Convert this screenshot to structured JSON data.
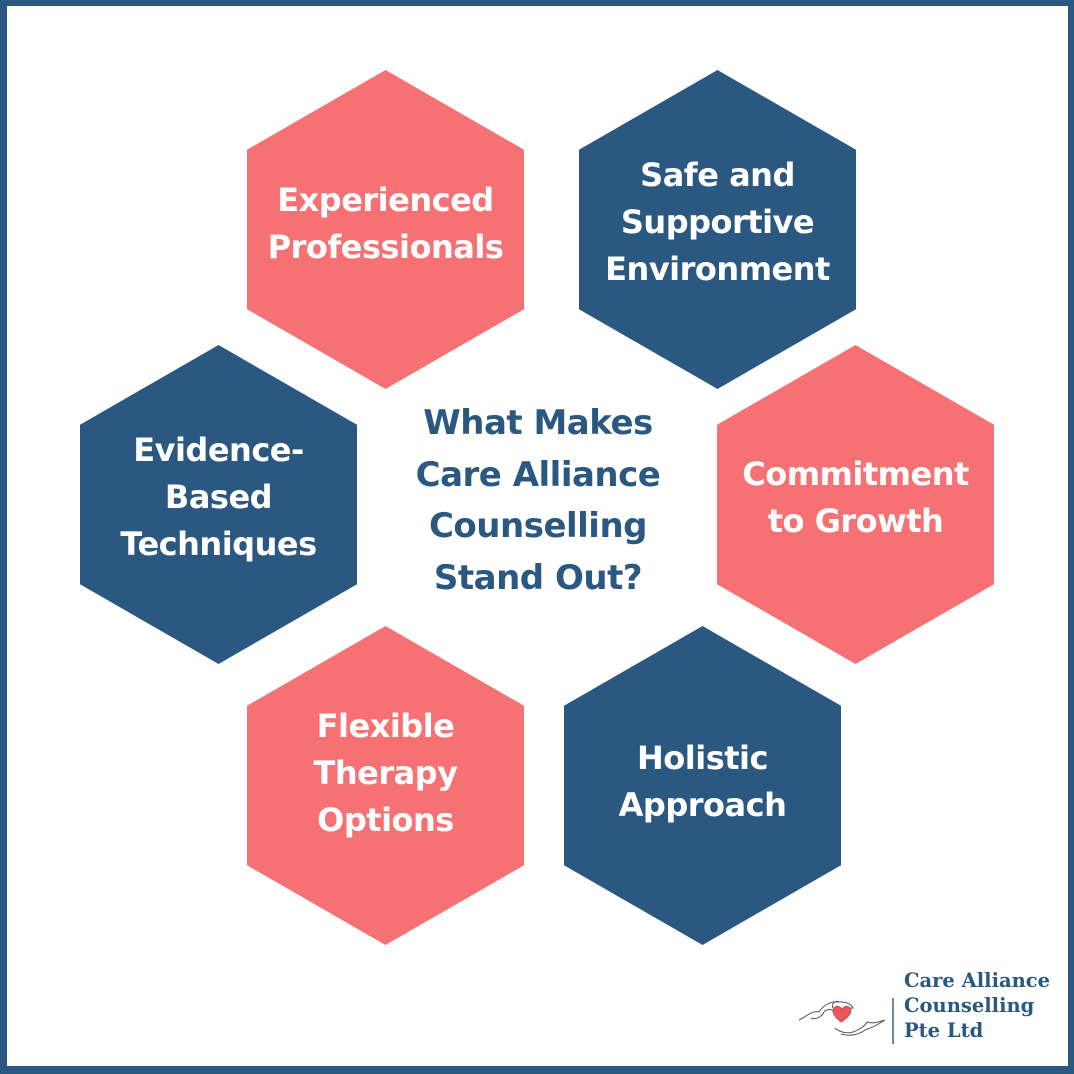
{
  "title": {
    "text": "What Makes\nCare Alliance\nCounselling\nStand Out?",
    "color": "#2b5880"
  },
  "colors": {
    "navy": "#2b5880",
    "coral": "#f57173",
    "background": "#ffffff",
    "border": "#2b5880"
  },
  "hexagons": [
    {
      "label": "Experienced\nProfessionals",
      "color": "coral"
    },
    {
      "label": "Safe and\nSupportive\nEnvironment",
      "color": "navy"
    },
    {
      "label": "Evidence-\nBased\nTechniques",
      "color": "navy"
    },
    {
      "label": "Commitment\nto Growth",
      "color": "coral"
    },
    {
      "label": "Flexible\nTherapy\nOptions",
      "color": "coral"
    },
    {
      "label": "Holistic\nApproach",
      "color": "navy"
    }
  ],
  "logo": {
    "icon": "hands-heart-icon",
    "text": "Care Alliance\nCounselling\nPte Ltd"
  }
}
